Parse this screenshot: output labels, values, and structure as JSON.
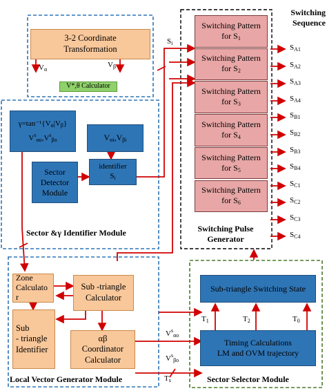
{
  "coord_block": {
    "title_line1": "3-2 Coordinate",
    "title_line2": "Transformation",
    "v_alpha": "V",
    "v_alpha_sub": "α",
    "v_beta": "V",
    "v_beta_sub": "β",
    "calculator_label": "V*,θ Calculator"
  },
  "sector_module": {
    "gamma_line1": "γ=tan⁻¹{V",
    "gamma_line2": "V",
    "vai_label": "V",
    "detector_line1": "Sector",
    "detector_line2": "Detector",
    "detector_line3": "Module",
    "identifier_label": "identifier",
    "identifier_s": "S",
    "module_title": "Sector &γ Identifier  Module"
  },
  "local_module": {
    "zone_line1": "Zone",
    "zone_line2": "Calculato",
    "zone_line3": "r",
    "subtri_calc_line1": "Sub -triangle",
    "subtri_calc_line2": "Calculator",
    "subtri_id_line1": "Sub",
    "subtri_id_line2": "- triangle",
    "subtri_id_line3": "Identifier",
    "ab_line1": "αβ",
    "ab_line2": "Coordinator",
    "ab_line3": "Calculator",
    "module_title": "Local Vector Generator Module"
  },
  "switching_pulse": {
    "patterns": [
      {
        "line1": "Switching Pattern",
        "line2": "for S",
        "index": "1"
      },
      {
        "line1": "Switching Pattern",
        "line2": "for S",
        "index": "2"
      },
      {
        "line1": "Switching Pattern",
        "line2": "for S",
        "index": "3"
      },
      {
        "line1": "Switching Pattern",
        "line2": "for S",
        "index": "4"
      },
      {
        "line1": "Switching Pattern",
        "line2": "for S",
        "index": "5"
      },
      {
        "line1": "Switching Pattern",
        "line2": "for S",
        "index": "6"
      }
    ],
    "module_title_line1": "Switching Pulse",
    "module_title_line2": "Generator",
    "si_label": "S",
    "si_sub": "i"
  },
  "switching_sequence": {
    "title_line1": "Switching",
    "title_line2": "Sequence",
    "outputs": [
      {
        "base": "S",
        "sub": "A1"
      },
      {
        "base": "S",
        "sub": "A2"
      },
      {
        "base": "S",
        "sub": "A3"
      },
      {
        "base": "S",
        "sub": "A4"
      },
      {
        "base": "S",
        "sub": "B1"
      },
      {
        "base": "S",
        "sub": "B2"
      },
      {
        "base": "S",
        "sub": "B3"
      },
      {
        "base": "S",
        "sub": "B4"
      },
      {
        "base": "S",
        "sub": "C1"
      },
      {
        "base": "S",
        "sub": "C2"
      },
      {
        "base": "S",
        "sub": "C3"
      },
      {
        "base": "S",
        "sub": "C4"
      }
    ]
  },
  "sector_selector": {
    "state_label": "Sub-triangle Switching State",
    "timing_line1": "Timing Calculations",
    "timing_line2": "LM and OVM trajectory",
    "t1": "T",
    "t1_sub": "1",
    "t2": "T",
    "t2_sub": "2",
    "t0": "T",
    "t0_sub": "0",
    "module_title": "Sector Selector Module"
  },
  "signals": {
    "v_ao": "V",
    "v_ao_sup": "s",
    "v_ao_sub": "αo",
    "v_bo": "V",
    "v_bo_sup": "s",
    "v_bo_sub": "βo",
    "t_s": "T",
    "t_s_sub": "s"
  },
  "colors": {
    "orange_block": "#f8c79a",
    "blue_block": "#2e75b6",
    "pink_block": "#e8a6a6",
    "green_block": "#8fd16a",
    "arrow_red": "#d00000",
    "dash_blue": "#2e75b6",
    "dash_green": "#4a7a2a"
  }
}
